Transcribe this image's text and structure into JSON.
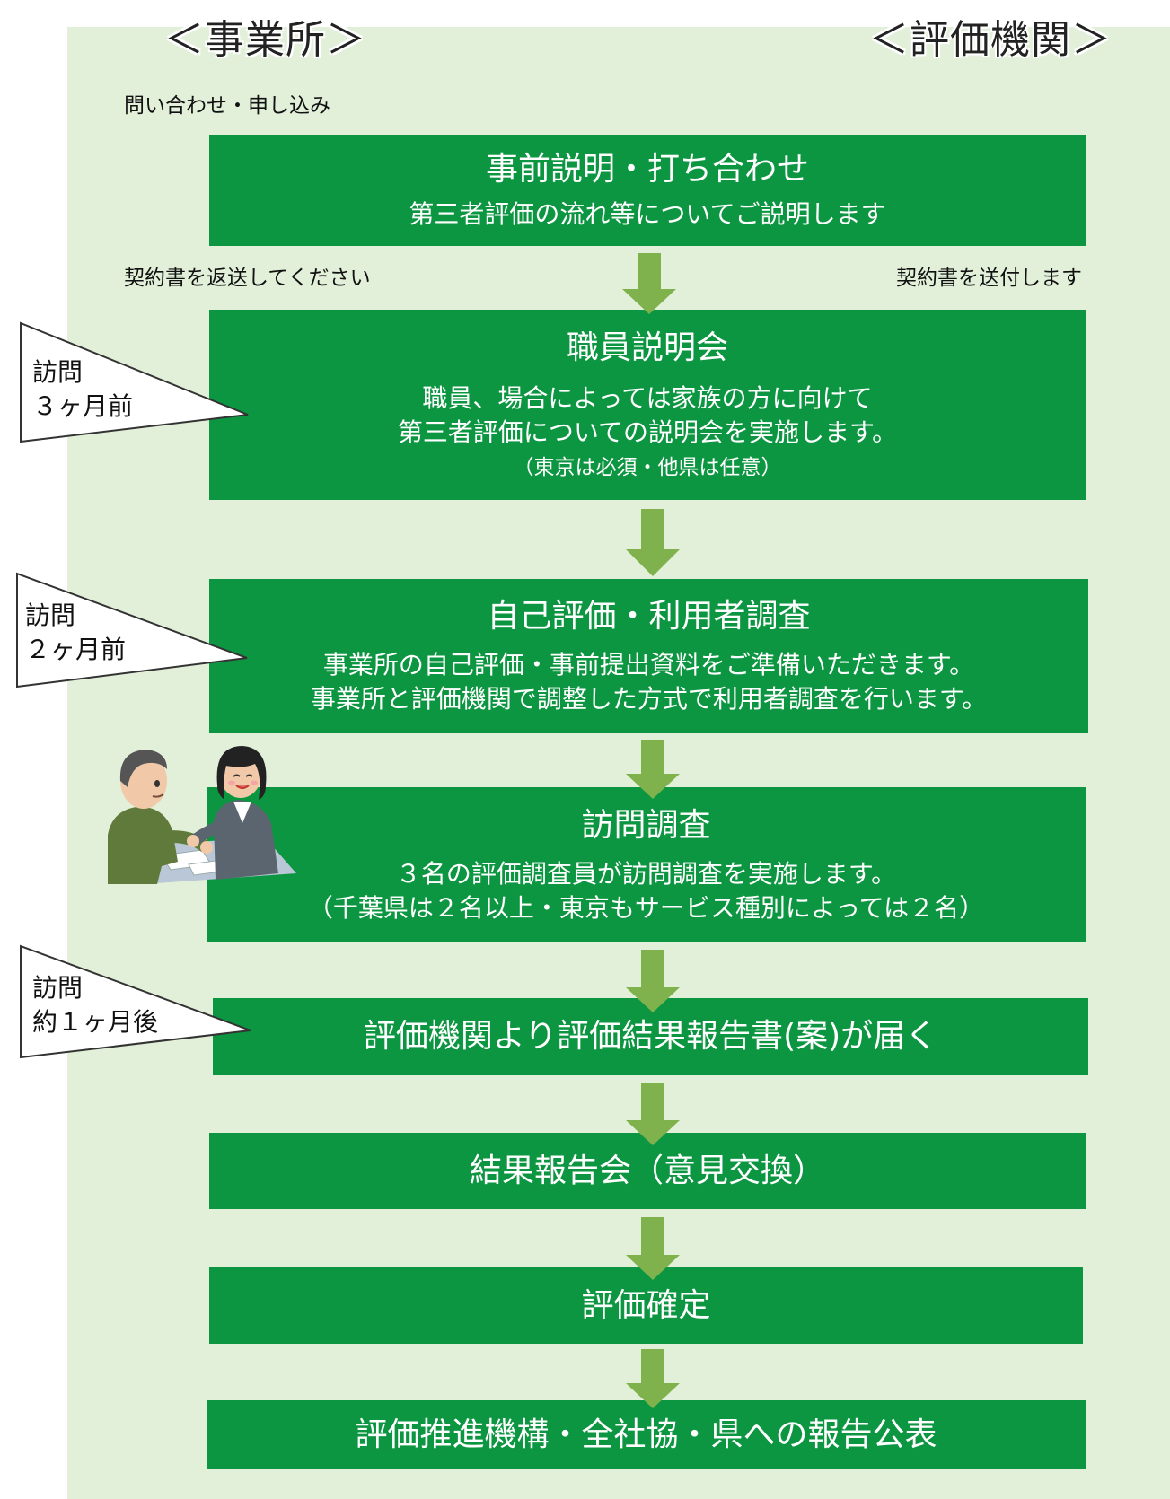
{
  "headers": {
    "left": "＜事業所＞",
    "right": "＜評価機関＞"
  },
  "notes": {
    "inquiry": "問い合わせ・申し込み",
    "return_contract": "契約書を返送してください",
    "send_contract": "契約書を送付します"
  },
  "steps": [
    {
      "title": "事前説明・打ち合わせ",
      "desc": [
        "第三者評価の流れ等についてご説明します"
      ]
    },
    {
      "title": "職員説明会",
      "desc": [
        "職員、場合によっては家族の方に向けて",
        "第三者評価についての説明会を実施します。"
      ],
      "sub": "（東京は必須・他県は任意）"
    },
    {
      "title": "自己評価・利用者調査",
      "desc": [
        "事業所の自己評価・事前提出資料をご準備いただきます。",
        "事業所と評価機関で調整した方式で利用者調査を行います。"
      ]
    },
    {
      "title": "訪問調査",
      "desc": [
        "３名の評価調査員が訪問調査を実施します。",
        "（千葉県は２名以上・東京もサービス種別によっては２名）"
      ]
    },
    {
      "title": "評価機関より評価結果報告書(案)が届く"
    },
    {
      "title": "結果報告会（意見交換）"
    },
    {
      "title": "評価確定"
    },
    {
      "title": "評価推進機構・全社協・県への報告公表"
    }
  ],
  "callouts": [
    {
      "line1": "訪問",
      "line2": "３ヶ月前"
    },
    {
      "line1": "訪問",
      "line2": "２ヶ月前"
    },
    {
      "line1": "訪問",
      "line2": "約１ヶ月後"
    }
  ],
  "colors": {
    "box": "#0d9641",
    "arrow": "#7fb24c",
    "panel": "#e2efd9"
  },
  "icons": {
    "illustration": "consultation-illustration",
    "arrow": "down-arrow-icon"
  }
}
